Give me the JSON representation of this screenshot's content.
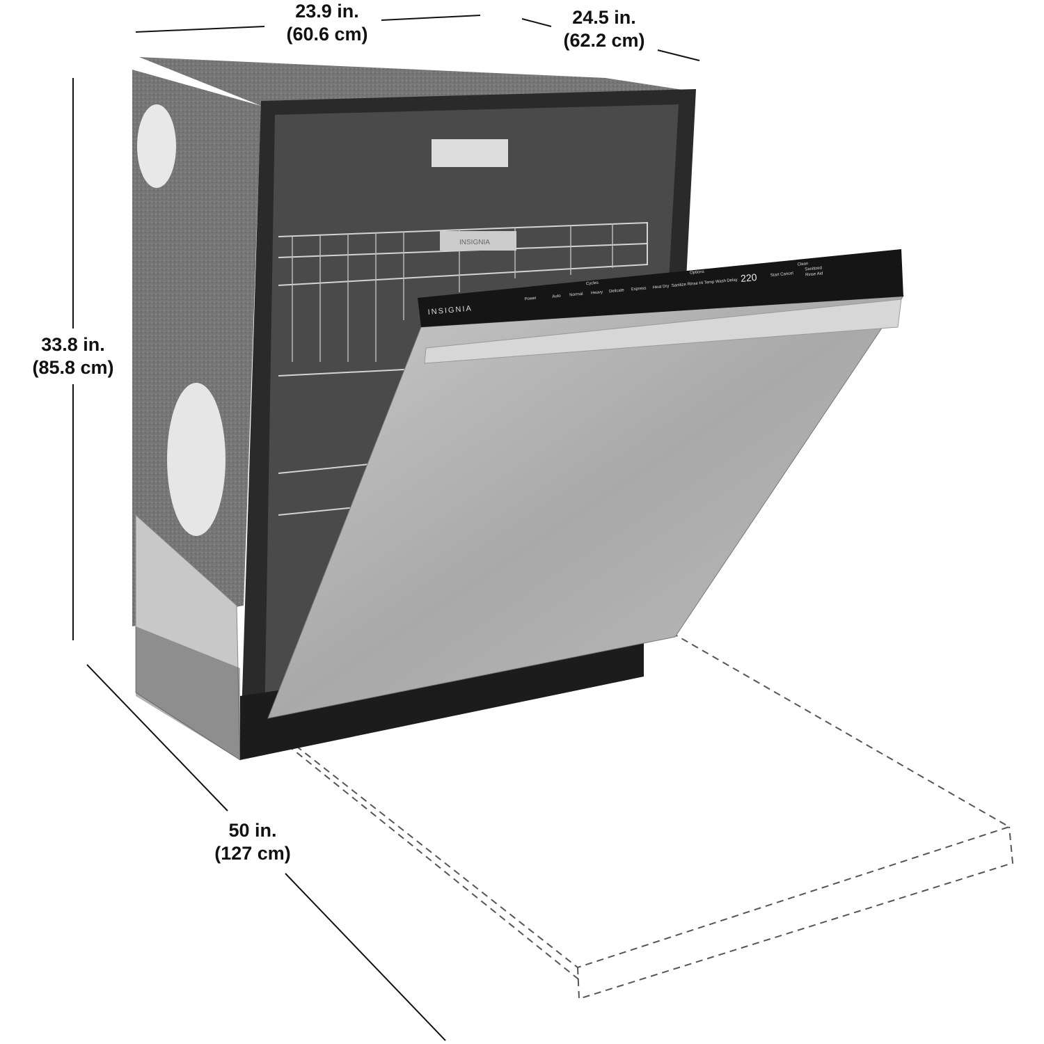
{
  "dimensions": {
    "width": {
      "imperial": "23.9 in.",
      "metric": "(60.6 cm)"
    },
    "depth": {
      "imperial": "24.5 in.",
      "metric": "(62.2 cm)"
    },
    "height": {
      "imperial": "33.8 in.",
      "metric": "(85.8 cm)"
    },
    "door_open_depth": {
      "imperial": "50 in.",
      "metric": "(127 cm)"
    }
  },
  "product": {
    "brand": "INSIGNIA",
    "control_panel": {
      "power": "Power",
      "cycles_label": "Cycles",
      "cycles": [
        "Auto",
        "Normal",
        "Heavy",
        "Delicate",
        "Express"
      ],
      "options_label": "Options",
      "options": [
        "Heat Dry",
        "Sanitize Rinse",
        "Hi Temp Wash",
        "Delay"
      ],
      "display": "220",
      "start": "Start Cancel",
      "indicators": [
        "Clean",
        "Sanitized",
        "Rinse Aid"
      ]
    }
  },
  "colors": {
    "line": "#111111",
    "steel": "#b5b5b5",
    "insulation": "#6e6e6e",
    "panel": "#151515"
  }
}
